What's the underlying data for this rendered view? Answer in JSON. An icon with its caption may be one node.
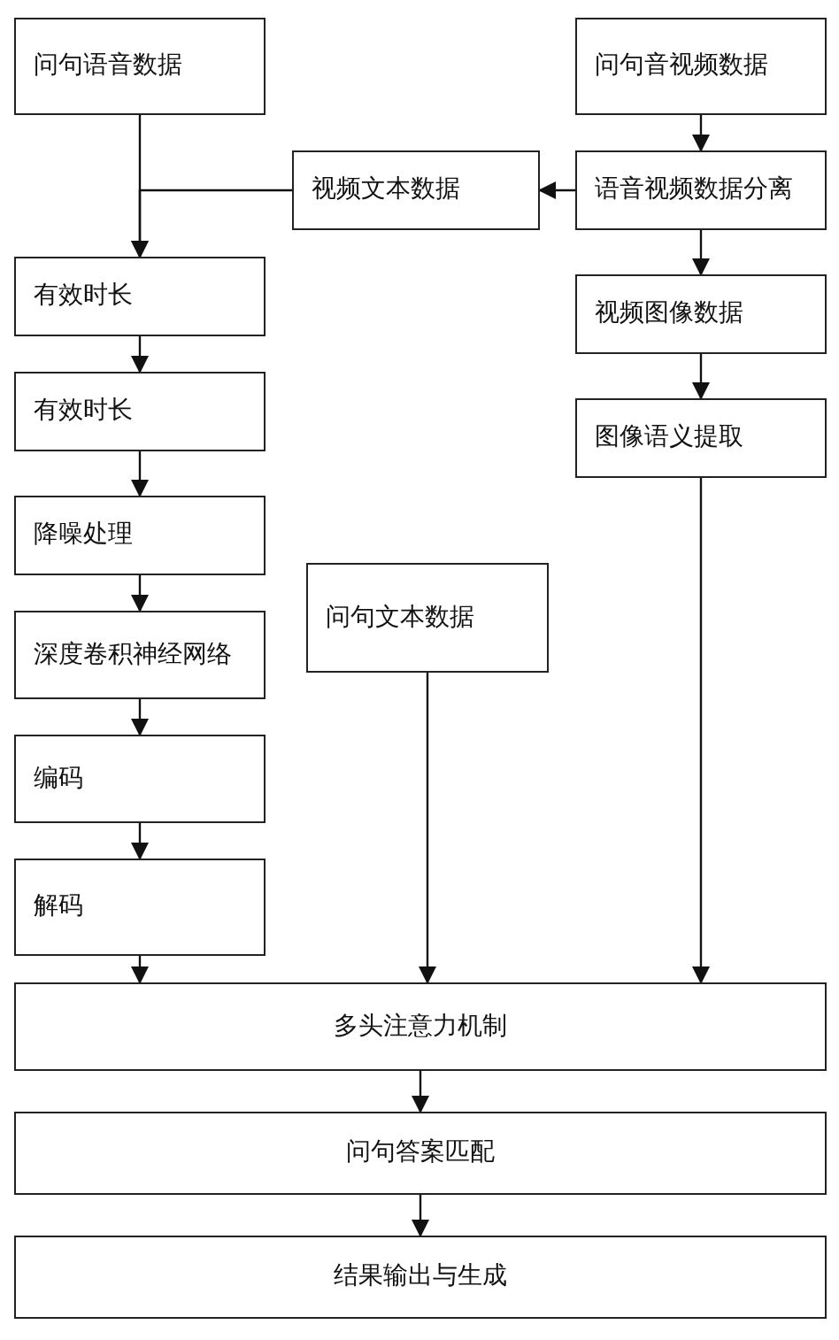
{
  "diagram": {
    "nodes": [
      {
        "text": [
          "问句语音数据"
        ]
      },
      {
        "text": [
          "问句音视频数据"
        ]
      },
      {
        "text": [
          "视频文本数据"
        ]
      },
      {
        "text": [
          "语音视频数据分离"
        ]
      },
      {
        "text": [
          "有效时长"
        ]
      },
      {
        "text": [
          "视频图像数据"
        ]
      },
      {
        "text": [
          "有效时长"
        ]
      },
      {
        "text": [
          "图像语义提取"
        ]
      },
      {
        "text": [
          "降噪处理"
        ]
      },
      {
        "text": [
          "问句文本数据"
        ]
      },
      {
        "text": [
          "深度卷积神经网络"
        ]
      },
      {
        "text": [
          "编码"
        ]
      },
      {
        "text": [
          "解码"
        ]
      },
      {
        "text": [
          "多头注意力机制"
        ]
      },
      {
        "text": [
          "问句答案匹配"
        ]
      },
      {
        "text": [
          "结果输出与生成"
        ]
      }
    ],
    "edges": [
      {
        "from": 0,
        "to": 4,
        "arrow": "to"
      },
      {
        "from": 1,
        "to": 3,
        "arrow": "to"
      },
      {
        "from": 3,
        "to": 2,
        "arrow": "to"
      },
      {
        "from": 2,
        "to": 4,
        "arrow": "to"
      },
      {
        "from": 3,
        "to": 5,
        "arrow": "to"
      },
      {
        "from": 5,
        "to": 7,
        "arrow": "to"
      },
      {
        "from": 4,
        "to": 6,
        "arrow": "to"
      },
      {
        "from": 6,
        "to": 8,
        "arrow": "to"
      },
      {
        "from": 8,
        "to": 10,
        "arrow": "to"
      },
      {
        "from": 10,
        "to": 11,
        "arrow": "to"
      },
      {
        "from": 11,
        "to": 12,
        "arrow": "to"
      },
      {
        "from": 12,
        "to": 13,
        "arrow": "to"
      },
      {
        "from": 9,
        "to": 13,
        "arrow": "to"
      },
      {
        "from": 7,
        "to": 13,
        "arrow": "to"
      },
      {
        "from": 13,
        "to": 14,
        "arrow": "to"
      },
      {
        "from": 14,
        "to": 15,
        "arrow": "to"
      }
    ]
  }
}
